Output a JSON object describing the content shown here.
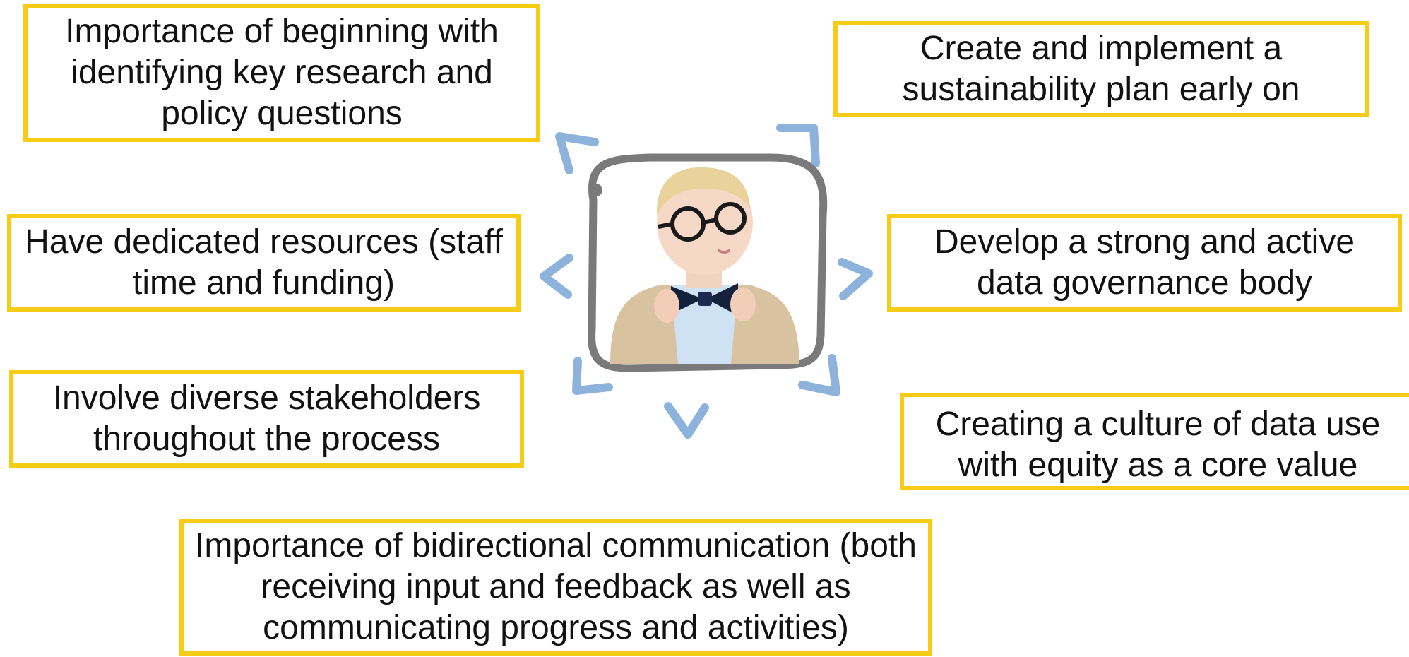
{
  "boxes": [
    {
      "id": "box-1",
      "text": "Importance of beginning with identifying key research and policy questions"
    },
    {
      "id": "box-2",
      "text": "Create and implement a sustainability plan early on"
    },
    {
      "id": "box-3",
      "text": "Have dedicated resources (staff time and funding)"
    },
    {
      "id": "box-4",
      "text": "Develop a strong and active data governance body"
    },
    {
      "id": "box-5",
      "text": "Involve diverse stakeholders throughout the process"
    },
    {
      "id": "box-6",
      "text": "Creating a culture of data use with equity as a core value"
    },
    {
      "id": "box-7",
      "text": "Importance of bidirectional communication (both receiving input and feedback as well as communicating progress and activities)"
    }
  ],
  "colors": {
    "box_border": "#f7cc14",
    "arrow": "#8db3dc",
    "frame": "#7a7a7a"
  },
  "center_image": {
    "icon": "child-with-glasses-bowtie-icon"
  }
}
